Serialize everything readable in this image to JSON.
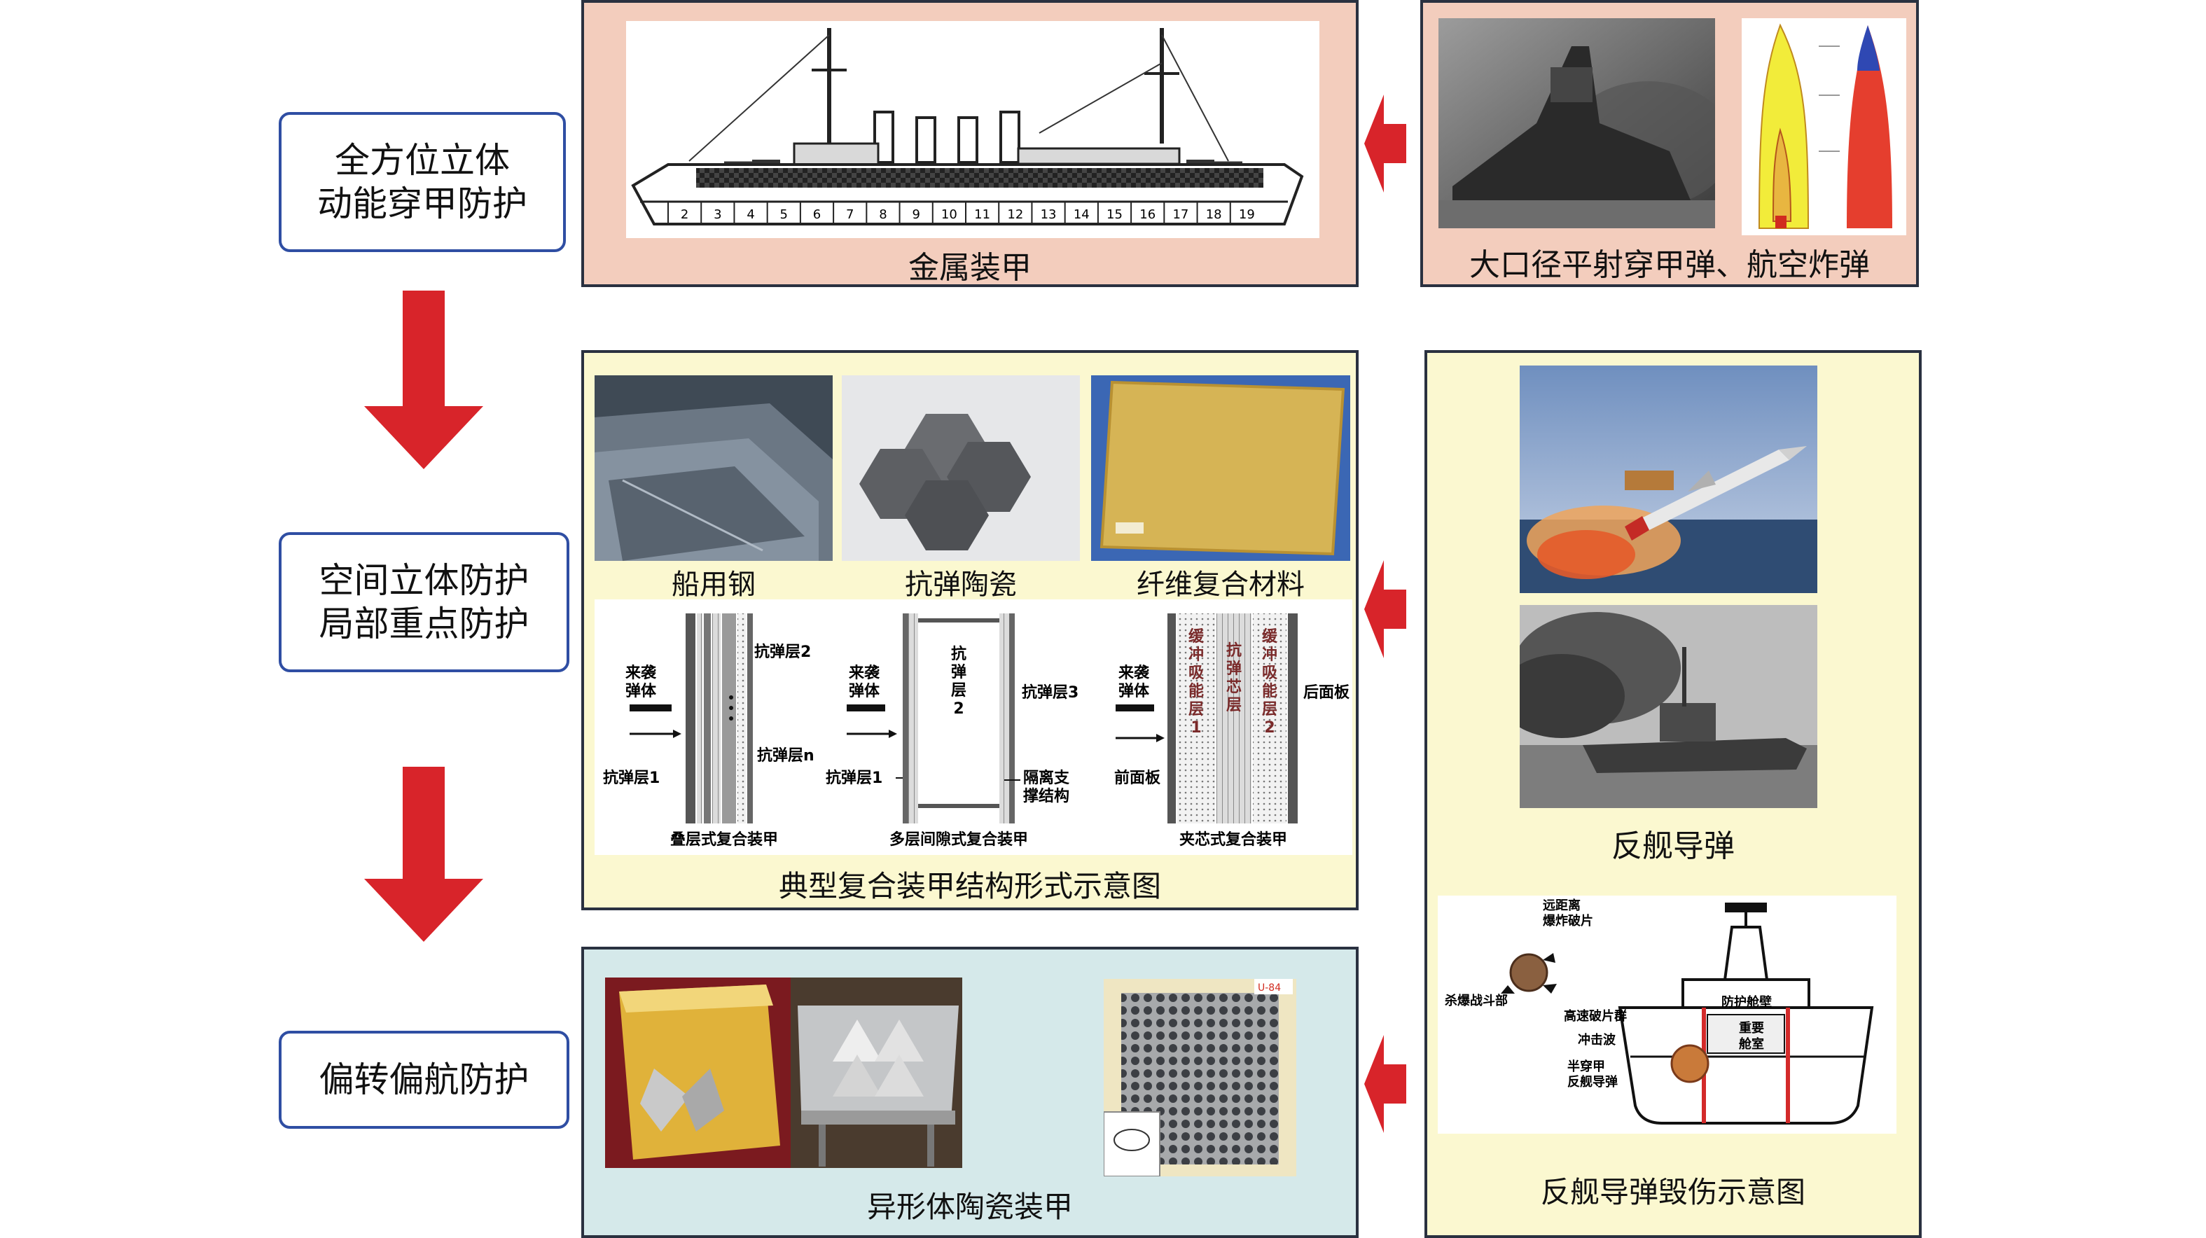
{
  "colors": {
    "panel_top_bg": "#f3cdbd",
    "panel_mid_bg": "#fbf8d0",
    "panel_bottom_bg": "#d5e9ea",
    "right_mid_bg": "#fbf8d0",
    "arrow_red": "#d8242a",
    "label_border": "#2f4ea3"
  },
  "stages": [
    {
      "line1": "全方位立体",
      "line2": "动能穿甲防护"
    },
    {
      "line1": "空间立体防护",
      "line2": "局部重点防护"
    },
    {
      "line1": "偏转偏航防护"
    }
  ],
  "panels": {
    "top": {
      "caption": "金属装甲",
      "ship_numbers": [
        "2",
        "3",
        "4",
        "5",
        "6",
        "7",
        "8",
        "9",
        "10",
        "11",
        "12",
        "13",
        "14",
        "15",
        "16",
        "17",
        "18",
        "19"
      ]
    },
    "top_right": {
      "caption": "大口径平射穿甲弹、航空炸弹"
    },
    "middle": {
      "materials": [
        "船用钢",
        "抗弹陶瓷",
        "纤维复合材料"
      ],
      "diagram_caption": "典型复合装甲结构形式示意图",
      "schemes": [
        {
          "title": "叠层式复合装甲",
          "incoming": "来袭弹体",
          "layer_top": "抗弹层2",
          "layer_n": "抗弹层n",
          "layer_1": "抗弹层1"
        },
        {
          "title": "多层间隙式复合装甲",
          "incoming": "来袭弹体",
          "layer_2": "抗弹层2",
          "layer_3": "抗弹层3",
          "layer_1": "抗弹层1",
          "support": "隔离支撑结构"
        },
        {
          "title": "夹芯式复合装甲",
          "incoming": "来袭弹体",
          "buffer1": "缓冲吸能层1",
          "core": "抗弹芯层",
          "buffer2": "缓冲吸能层2",
          "front": "前面板",
          "back": "后面板"
        }
      ]
    },
    "right_middle": {
      "missile_caption": "反舰导弹",
      "damage_caption": "反舰导弹毁伤示意图",
      "damage_labels": {
        "fragments": "远距离爆炸破片",
        "warhead": "杀爆战斗部",
        "hv_fragments": "高速破片群",
        "bulkhead": "防护舱壁",
        "shockwave": "冲击波",
        "semi_ap": "半穿甲反舰导弹",
        "important": "重要舱室"
      }
    },
    "bottom": {
      "caption": "异形体陶瓷装甲",
      "tag": "U-84"
    }
  }
}
